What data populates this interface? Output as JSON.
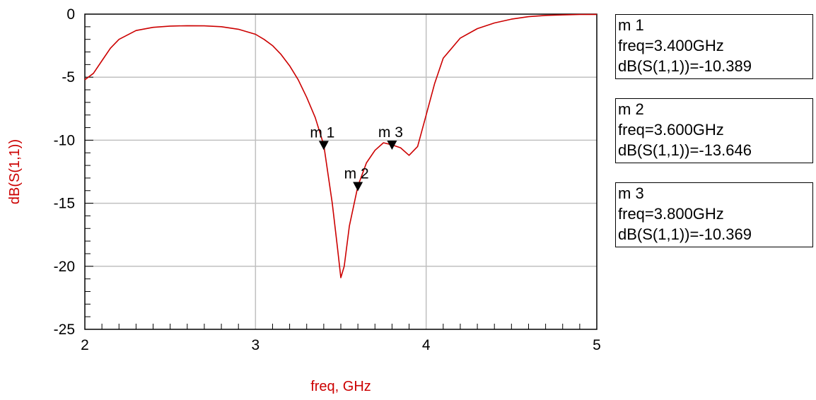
{
  "chart_data": {
    "type": "line",
    "xlabel": "freq, GHz",
    "ylabel": "dB(S(1,1))",
    "xlim": [
      2,
      5
    ],
    "ylim": [
      -25,
      0
    ],
    "x_ticks": [
      "2",
      "3",
      "4",
      "5"
    ],
    "y_ticks": [
      "0",
      "-5",
      "-10",
      "-15",
      "-20",
      "-25"
    ],
    "grid": true,
    "line_color": "#cc0000",
    "series": [
      {
        "x": [
          2.0,
          2.05,
          2.1,
          2.15,
          2.2,
          2.3,
          2.4,
          2.5,
          2.6,
          2.7,
          2.8,
          2.9,
          3.0,
          3.05,
          3.1,
          3.15,
          3.2,
          3.25,
          3.3,
          3.35,
          3.4,
          3.45,
          3.48,
          3.5,
          3.52,
          3.55,
          3.6,
          3.65,
          3.7,
          3.75,
          3.8,
          3.85,
          3.9,
          3.95,
          4.0,
          4.05,
          4.1,
          4.2,
          4.3,
          4.4,
          4.5,
          4.6,
          4.7,
          4.8,
          4.9,
          5.0
        ],
        "y": [
          -5.2,
          -4.7,
          -3.7,
          -2.7,
          -2.0,
          -1.3,
          -1.05,
          -0.95,
          -0.92,
          -0.93,
          -1.0,
          -1.2,
          -1.6,
          -2.0,
          -2.5,
          -3.2,
          -4.1,
          -5.2,
          -6.6,
          -8.2,
          -10.389,
          -15.0,
          -18.5,
          -20.9,
          -20.0,
          -16.8,
          -13.646,
          -11.8,
          -10.8,
          -10.2,
          -10.369,
          -10.6,
          -11.2,
          -10.5,
          -8.0,
          -5.5,
          -3.5,
          -1.9,
          -1.15,
          -0.7,
          -0.4,
          -0.2,
          -0.1,
          -0.06,
          -0.03,
          -0.02
        ]
      }
    ],
    "markers": [
      {
        "label": "m 1",
        "x": 3.4,
        "y": -10.389
      },
      {
        "label": "m 2",
        "x": 3.6,
        "y": -13.646
      },
      {
        "label": "m 3",
        "x": 3.8,
        "y": -10.369
      }
    ]
  },
  "marker_boxes": [
    {
      "name": "m 1",
      "freq": "freq=3.400GHz",
      "value": "dB(S(1,1))=-10.389"
    },
    {
      "name": "m 2",
      "freq": "freq=3.600GHz",
      "value": "dB(S(1,1))=-13.646"
    },
    {
      "name": "m 3",
      "freq": "freq=3.800GHz",
      "value": "dB(S(1,1))=-10.369"
    }
  ]
}
